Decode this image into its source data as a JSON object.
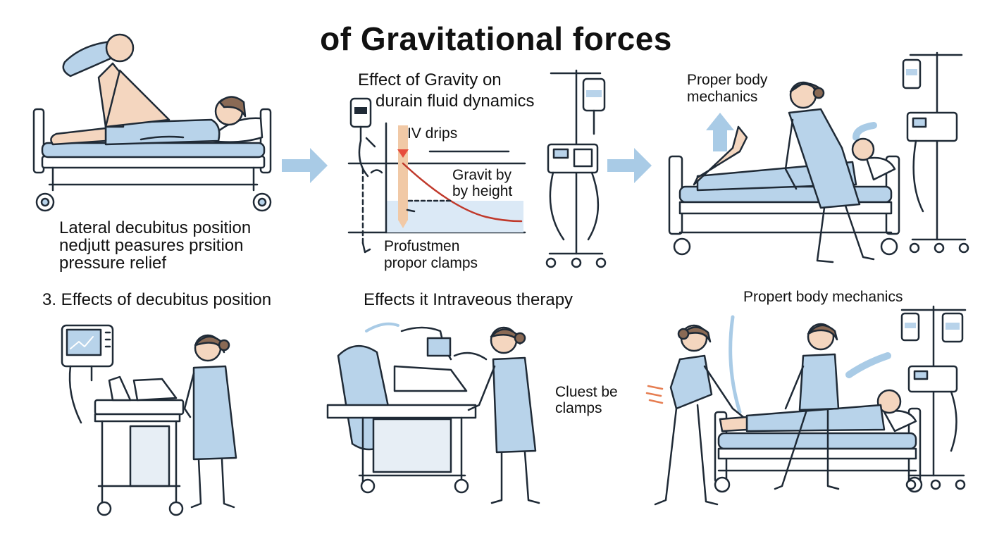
{
  "title": "of Gravitational forces",
  "panels": {
    "panel1": {
      "caption_lines": [
        "Lateral decubitus position",
        "nedjutt peasures prsition",
        "pressure relief"
      ]
    },
    "panel2": {
      "heading_lines": [
        "Effect of Gravity on",
        "durain fluid dynamics"
      ],
      "iv_drips": "IV drips",
      "gravity_lines": [
        "Gravit by",
        "by height"
      ],
      "bottom_lines": [
        "Profustmen",
        "propor clamps"
      ]
    },
    "panel3": {
      "heading_lines": [
        "Proper body",
        "mechanics"
      ]
    },
    "panel4": {
      "heading": "3. Effects of decubitus position"
    },
    "panel5": {
      "heading": "Effects it Intraveous therapy",
      "side_lines": [
        "Cluest be",
        "clamps"
      ]
    },
    "panel6": {
      "heading": "Propert body mechanics"
    }
  },
  "colors": {
    "scrubs": "#b8d3ea",
    "outline": "#1f2a36",
    "arrow": "#a9cbe6",
    "skin": "#f4d6bf",
    "hair": "#8a6a55",
    "fluid": "#dbe9f6",
    "needle": "#f1c9a6",
    "curve": "#c0392b",
    "marker": "#e74c3c"
  }
}
